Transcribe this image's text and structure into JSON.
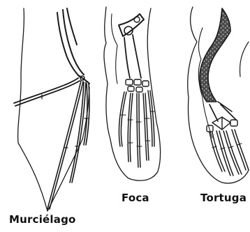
{
  "labels": {
    "bat": "Murciélago",
    "seal": "Foca",
    "turtle": "Tortuga"
  },
  "colors": {
    "ink": "#1a1a1a",
    "shell_fill": "#555555",
    "background": "#ffffff"
  }
}
